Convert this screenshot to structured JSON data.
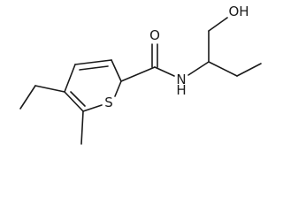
{
  "molecule": {
    "atoms": {
      "oxygen_carbonyl": "O",
      "nitrogen": "N",
      "hydrogen_on_nitrogen": "H",
      "sulfur": "S",
      "hydroxyl": "OH"
    }
  }
}
